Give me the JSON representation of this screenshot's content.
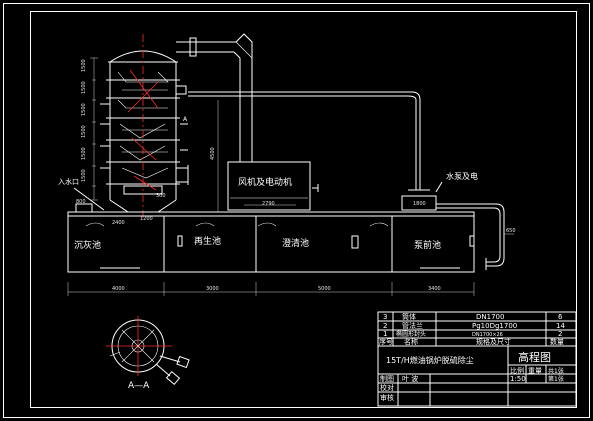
{
  "labels": {
    "inlet": "入水口",
    "fan_motor": "风机及电动机",
    "pump_motor": "水泵及电",
    "pool_settling": "沉灰池",
    "pool_regen": "再生池",
    "pool_clear": "澄清池",
    "pool_pump": "泵前池",
    "section": "A—A",
    "mark_a": "A"
  },
  "dimensions": {
    "d_4000": "4000",
    "d_3000": "3000",
    "d_5000": "5000",
    "d_3400": "3400",
    "d_2790": "2790",
    "d_1200": "1200",
    "d_300": "300",
    "d_800": "800",
    "d_1800": "1800",
    "d_4500": "4500",
    "d_650": "650",
    "d_2400": "2400"
  },
  "title_block": {
    "rows": [
      {
        "no": "3",
        "name": "筒体",
        "spec": "DN1700",
        "qty": "6"
      },
      {
        "no": "2",
        "name": "管法兰",
        "spec": "Pg10Dg1700",
        "qty": "14"
      },
      {
        "no": "1",
        "name": "椭圆形封头",
        "spec": "DN1700×26",
        "qty": "2"
      }
    ],
    "header": {
      "no": "序号",
      "name": "名称",
      "spec": "规格及尺寸",
      "qty": "数量"
    },
    "title": "15T/H燃油锅炉脱硫除尘",
    "drawing_type": "高程图",
    "scale_label": "比例",
    "scale_value": "1:50",
    "weight_label": "重量",
    "sheets_total": "共1张",
    "sheet_no": "第1张",
    "drawn_label": "制图",
    "drawn_name": "叶  波",
    "check_label": "校对",
    "review_label": "审核"
  }
}
